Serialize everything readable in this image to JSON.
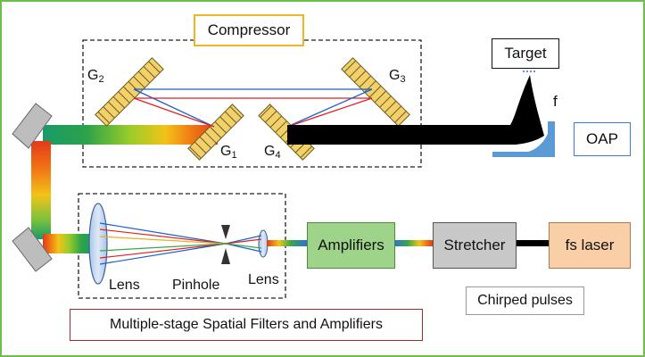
{
  "labels": {
    "compressor": "Compressor",
    "target": "Target",
    "oap": "OAP",
    "focal": "f",
    "g2": "G",
    "g2_sub": "2",
    "g3": "G",
    "g3_sub": "3",
    "g1": "G",
    "g1_sub": "1",
    "g4": "G",
    "g4_sub": "4",
    "lens_left": "Lens",
    "pinhole": "Pinhole",
    "lens_right": "Lens",
    "amplifiers": "Amplifiers",
    "stretcher": "Stretcher",
    "fs_laser": "fs laser",
    "chirped_pulses": "Chirped pulses",
    "spatial_filters": "Multiple-stage Spatial Filters and Amplifiers"
  },
  "colors": {
    "frame_border": "#6dbf4b",
    "compressor_border": "#f0b429",
    "amplifiers_fill": "#9ed38a",
    "stretcher_fill": "#c8c8c8",
    "fs_laser_fill": "#f9cfa8",
    "spatial_border": "#9b2c2c",
    "oap_border": "#3a7bd5",
    "oap_fill": "#5b9bd5",
    "grating_fill": "#f2d16b",
    "beam": "#000000"
  }
}
